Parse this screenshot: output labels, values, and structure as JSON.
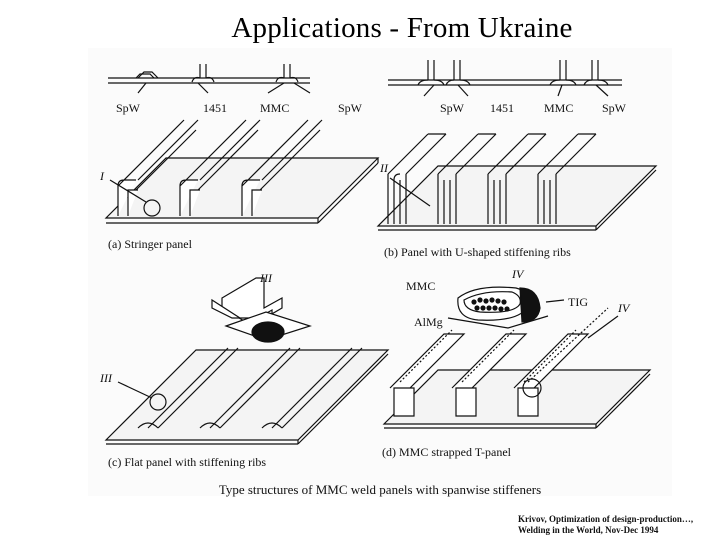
{
  "title": "Applications - From Ukraine",
  "figure": {
    "labels": {
      "spw1": "SpW",
      "n1451a": "1451",
      "mmc1": "MMC",
      "spw2": "SpW",
      "spw3": "SpW",
      "n1451b": "1451",
      "mmc2": "MMC",
      "spw4": "SpW",
      "r1": "I",
      "r2": "II",
      "r3": "III",
      "r4": "IV",
      "r5": "III",
      "r6": "IV",
      "mmc3": "MMC",
      "tig": "TIG",
      "almg": "AlMg"
    },
    "captions": {
      "a": "(a) Stringer panel",
      "b": "(b) Panel with U-shaped stiffening ribs",
      "c": "(c) Flat panel with stiffening ribs",
      "d": "(d) MMC strapped T-panel"
    },
    "caption": "Type structures of MMC weld panels with spanwise stiffeners"
  },
  "citation": {
    "line1": "Krivov, Optimization of design-production…,",
    "line2": "Welding in the World, Nov-Dec 1994"
  }
}
